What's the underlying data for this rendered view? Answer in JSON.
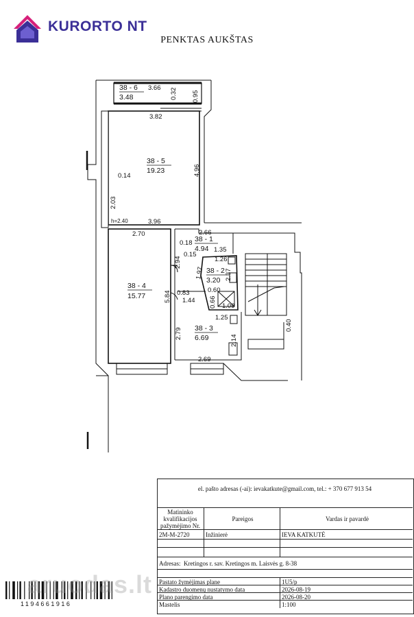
{
  "brand": {
    "name": "KURORTO NT",
    "color": "#3b2f97",
    "accent": "#d6207a"
  },
  "floor_title": "PENKTAS AUKŠTAS",
  "rooms": [
    {
      "id": "38 - 6",
      "area": "3.48"
    },
    {
      "id": "38 - 5",
      "area": "19.23"
    },
    {
      "id": "38 - 1",
      "area": "4.94"
    },
    {
      "id": "38 - 2",
      "area": "3.20"
    },
    {
      "id": "38 - 4",
      "area": "15.77"
    },
    {
      "id": "38 - 3",
      "area": "6.69"
    }
  ],
  "dims": {
    "d366": "3.66",
    "d032": "0.32",
    "d095": "0.95",
    "d382": "3.82",
    "d014": "0.14",
    "d496": "4.96",
    "d203": "2.03",
    "h240": "h=2.40",
    "d396": "3.96",
    "d266": "2.66",
    "d270": "2.70",
    "d018": "0.18",
    "d135": "1.35",
    "d015": "0.15",
    "d294": "2.94",
    "d126": "1.26",
    "d197": "1.97",
    "d237": "2.37",
    "d584": "5.84",
    "d083": "0.83",
    "d060": "0.60",
    "d144": "1.44",
    "d066": "0.66",
    "d109": "1.09",
    "d125": "1.25",
    "d279": "2.79",
    "d214": "2.14",
    "d269": "2.69",
    "d040": "0.40"
  },
  "info": {
    "contact": "el. pašto adresas (-ai): ievakatkute@gmail.com, tel.: + 370 677 913 54",
    "head_cert": "Matininko kvalifikacijos pažymėjimo Nr.",
    "head_role": "Pareigos",
    "head_name": "Vardas ir pavardė",
    "cert_no": "2M-M-2720",
    "role": "Inžinierė",
    "name": "IEVA KATKUTĖ",
    "address_label": "Adresas:",
    "address": "Kretingos r. sav. Kretingos m. Laisvės g. 8-38",
    "mark_label": "Pastato žymėjimas plane",
    "mark_value": "1U5/p",
    "cadastre_label": "Kadastro duomenų nustatymo data",
    "cadastre_value": "2026-08-19",
    "prep_label": "Plano parengimo data",
    "prep_value": "2026-08-20",
    "scale_label": "Mastelis",
    "scale_value": "1:100"
  },
  "barcode_number": "1194661916",
  "watermark": "aruodas.lt"
}
